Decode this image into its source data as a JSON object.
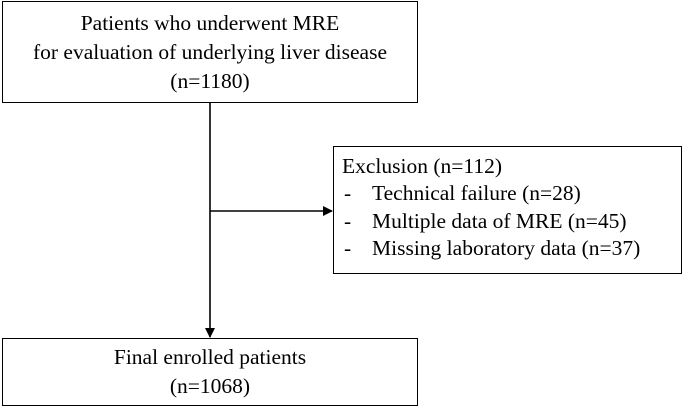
{
  "flowchart": {
    "start": {
      "lines": [
        "Patients who underwent MRE",
        "for evaluation of underlying liver disease",
        "(n=1180)"
      ]
    },
    "exclusion": {
      "title": "Exclusion (n=112)",
      "items": [
        {
          "bullet": "-",
          "text": "Technical failure (n=28)"
        },
        {
          "bullet": "-",
          "text": "Multiple data of MRE (n=45)"
        },
        {
          "bullet": "-",
          "text": "Missing laboratory data (n=37)"
        }
      ]
    },
    "final": {
      "lines": [
        "Final enrolled patients",
        "(n=1068)"
      ]
    }
  },
  "colors": {
    "line": "#000000",
    "background": "#ffffff"
  }
}
